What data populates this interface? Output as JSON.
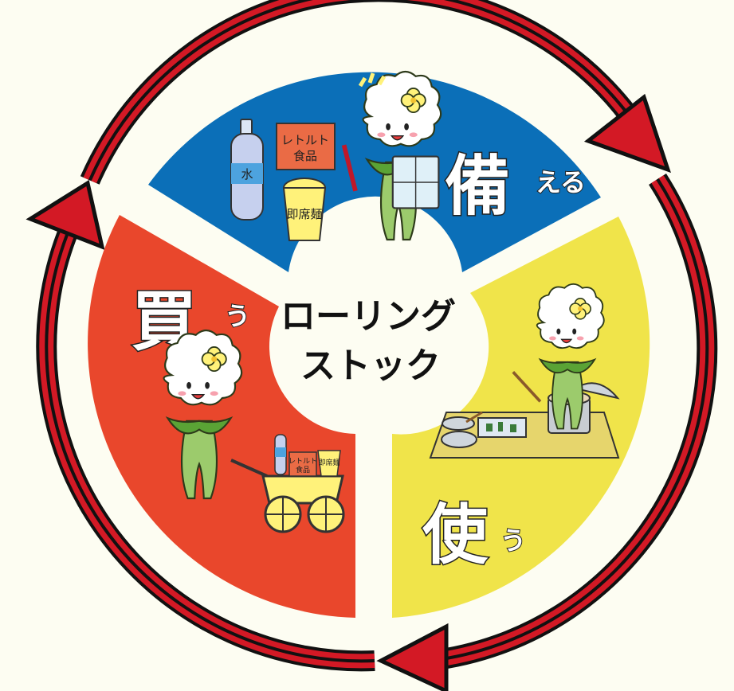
{
  "center": {
    "line1": "ローリング",
    "line2": "ストック"
  },
  "sections": {
    "prepare": {
      "verb": "備",
      "suffix": "える",
      "color": "#0b6fb8"
    },
    "use": {
      "verb": "使",
      "suffix": "う",
      "color": "#f0e44a"
    },
    "buy": {
      "verb": "買",
      "suffix": "う",
      "color": "#e9472c"
    }
  },
  "items": {
    "water": "水",
    "retort": "レトルト",
    "retort_food": "食品",
    "instant_noodles": "即席麺"
  },
  "colors": {
    "arrow": "#d31925",
    "background": "#fdfdf2"
  }
}
